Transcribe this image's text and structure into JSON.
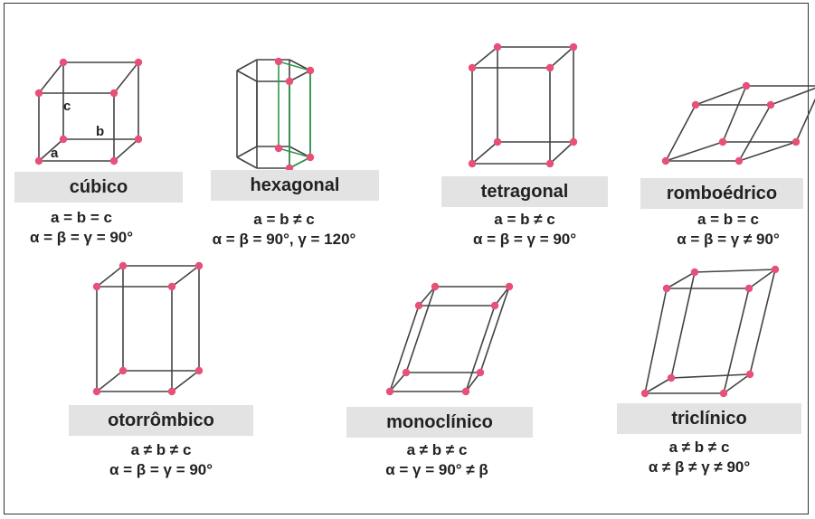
{
  "cubic": {
    "name": "cúbico",
    "f1": "a = b = c",
    "f2": "α = β = γ = 90°",
    "edge_a": "a",
    "edge_b": "b",
    "edge_c": "c"
  },
  "hexagonal": {
    "name": "hexagonal",
    "f1": "a = b ≠ c",
    "f2": "α = β = 90°, γ = 120°"
  },
  "tetragonal": {
    "name": "tetragonal",
    "f1": "a = b ≠ c",
    "f2": "α = β = γ = 90°"
  },
  "rhombo": {
    "name": "romboédrico",
    "f1": "a = b = c",
    "f2": "α = β = γ ≠ 90°"
  },
  "ortho": {
    "name": "otorrômbico",
    "f1": "a ≠ b ≠ c",
    "f2": "α = β = γ = 90°"
  },
  "mono": {
    "name": "monoclínico",
    "f1": "a ≠ b ≠ c",
    "f2": "α = γ = 90° ≠ β"
  },
  "tri": {
    "name": "triclínico",
    "f1": "a ≠ b ≠ c",
    "f2": "α ≠ β ≠ γ ≠ 90°"
  },
  "colors": {
    "atom": "#e8507a",
    "edge": "#444444",
    "hex_accent": "#2e9a4a",
    "label_bg": "#e3e3e3"
  }
}
